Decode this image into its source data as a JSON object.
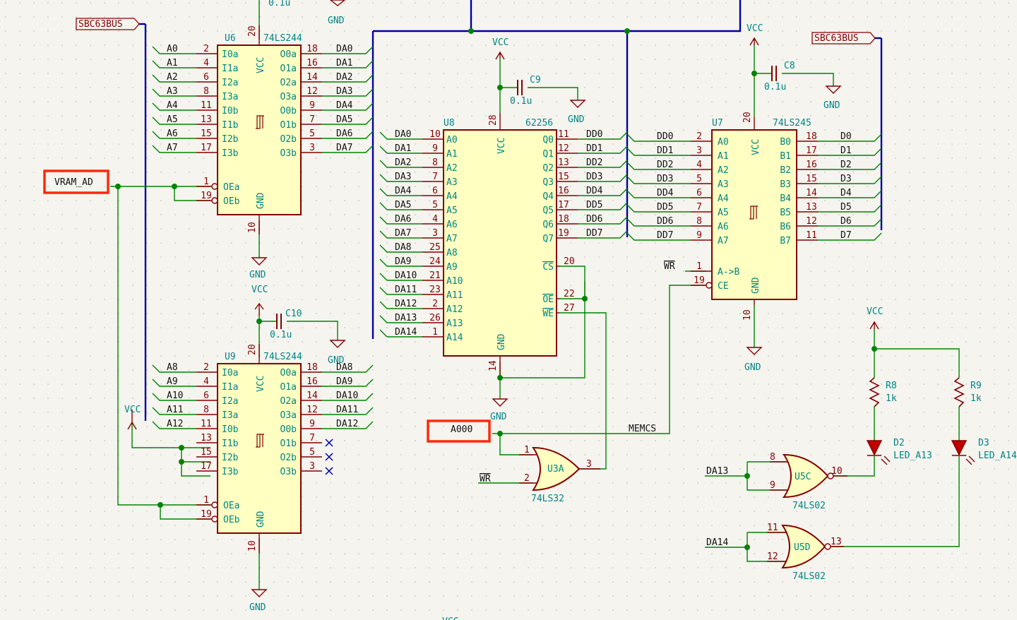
{
  "colors": {
    "background": "#f5f4ef",
    "wire": "#008400",
    "bus": "#0000a4",
    "component_body": "#ffffc2",
    "component_outline": "#840000",
    "label_text": "#840000",
    "highlight": "#ff2a0a"
  },
  "labels": {
    "sbc63bus_left": "SBC63BUS",
    "sbc63bus_right": "SBC63BUS",
    "vram_ad": "VRAM_AD",
    "a000": "A000",
    "memcs": "MEMCS",
    "wr_u7": "WR",
    "wr_u3": "WR",
    "da13": "DA13",
    "da14": "DA14"
  },
  "power": {
    "vcc": "VCC",
    "gnd": "GND"
  },
  "capacitors": {
    "c8": {
      "ref": "C8",
      "value": "0.1u"
    },
    "c9": {
      "ref": "C9",
      "value": "0.1u"
    },
    "c10": {
      "ref": "C10",
      "value": "0.1u"
    },
    "u6_cap_value": "0.1u"
  },
  "resistors": {
    "r8": {
      "ref": "R8",
      "value": "1k"
    },
    "r9": {
      "ref": "R9",
      "value": "1k"
    }
  },
  "leds": {
    "d2": {
      "ref": "D2",
      "value": "LED_A13"
    },
    "d3": {
      "ref": "D3",
      "value": "LED_A14"
    }
  },
  "gates": {
    "u3a": {
      "ref": "U3A",
      "part": "74LS32",
      "pins": [
        "1",
        "2",
        "3"
      ]
    },
    "u5c": {
      "ref": "U5C",
      "part": "74LS02",
      "pins": [
        "8",
        "9",
        "10"
      ]
    },
    "u5d": {
      "ref": "U5D",
      "part": "74LS02",
      "pins": [
        "11",
        "12",
        "13"
      ]
    }
  },
  "u6": {
    "ref": "U6",
    "part": "74LS244",
    "vcc_pin": "20",
    "gnd_pin": "10",
    "left": [
      {
        "net": "A0",
        "num": "2",
        "name": "I0a"
      },
      {
        "net": "A1",
        "num": "4",
        "name": "I1a"
      },
      {
        "net": "A2",
        "num": "6",
        "name": "I2a"
      },
      {
        "net": "A3",
        "num": "8",
        "name": "I3a"
      },
      {
        "net": "A4",
        "num": "11",
        "name": "I0b"
      },
      {
        "net": "A5",
        "num": "13",
        "name": "I1b"
      },
      {
        "net": "A6",
        "num": "15",
        "name": "I2b"
      },
      {
        "net": "A7",
        "num": "17",
        "name": "I3b"
      }
    ],
    "right": [
      {
        "net": "DA0",
        "num": "18",
        "name": "O0a"
      },
      {
        "net": "DA1",
        "num": "16",
        "name": "O1a"
      },
      {
        "net": "DA2",
        "num": "14",
        "name": "O2a"
      },
      {
        "net": "DA3",
        "num": "12",
        "name": "O3a"
      },
      {
        "net": "DA4",
        "num": "9",
        "name": "O0b"
      },
      {
        "net": "DA5",
        "num": "7",
        "name": "O1b"
      },
      {
        "net": "DA6",
        "num": "5",
        "name": "O2b"
      },
      {
        "net": "DA7",
        "num": "3",
        "name": "O3b"
      }
    ],
    "enables": [
      {
        "num": "1",
        "name": "OEa"
      },
      {
        "num": "19",
        "name": "OEb"
      }
    ]
  },
  "u9": {
    "ref": "U9",
    "part": "74LS244",
    "vcc_pin": "20",
    "gnd_pin": "10",
    "left": [
      {
        "net": "A8",
        "num": "2",
        "name": "I0a"
      },
      {
        "net": "A9",
        "num": "4",
        "name": "I1a"
      },
      {
        "net": "A10",
        "num": "6",
        "name": "I2a"
      },
      {
        "net": "A11",
        "num": "8",
        "name": "I3a"
      },
      {
        "net": "A12",
        "num": "11",
        "name": "I0b"
      },
      {
        "net": "",
        "num": "13",
        "name": "I1b"
      },
      {
        "net": "",
        "num": "15",
        "name": "I2b"
      },
      {
        "net": "",
        "num": "17",
        "name": "I3b"
      }
    ],
    "right": [
      {
        "net": "DA8",
        "num": "18",
        "name": "O0a"
      },
      {
        "net": "DA9",
        "num": "16",
        "name": "O1a"
      },
      {
        "net": "DA10",
        "num": "14",
        "name": "O2a"
      },
      {
        "net": "DA11",
        "num": "12",
        "name": "O3a"
      },
      {
        "net": "DA12",
        "num": "9",
        "name": "O0b"
      },
      {
        "net": "",
        "num": "7",
        "name": "O1b"
      },
      {
        "net": "",
        "num": "5",
        "name": "O2b"
      },
      {
        "net": "",
        "num": "3",
        "name": "O3b"
      }
    ],
    "enables": [
      {
        "num": "1",
        "name": "OEa"
      },
      {
        "num": "19",
        "name": "OEb"
      }
    ]
  },
  "u8": {
    "ref": "U8",
    "part": "62256",
    "vcc_pin": "28",
    "gnd_pin": "14",
    "left": [
      {
        "net": "DA0",
        "num": "10",
        "name": "A0"
      },
      {
        "net": "DA1",
        "num": "9",
        "name": "A1"
      },
      {
        "net": "DA2",
        "num": "8",
        "name": "A2"
      },
      {
        "net": "DA3",
        "num": "7",
        "name": "A3"
      },
      {
        "net": "DA4",
        "num": "6",
        "name": "A4"
      },
      {
        "net": "DA5",
        "num": "5",
        "name": "A5"
      },
      {
        "net": "DA6",
        "num": "4",
        "name": "A6"
      },
      {
        "net": "DA7",
        "num": "3",
        "name": "A7"
      },
      {
        "net": "DA8",
        "num": "25",
        "name": "A8"
      },
      {
        "net": "DA9",
        "num": "24",
        "name": "A9"
      },
      {
        "net": "DA10",
        "num": "21",
        "name": "A10"
      },
      {
        "net": "DA11",
        "num": "23",
        "name": "A11"
      },
      {
        "net": "DA12",
        "num": "2",
        "name": "A12"
      },
      {
        "net": "DA13",
        "num": "26",
        "name": "A13"
      },
      {
        "net": "DA14",
        "num": "1",
        "name": "A14"
      }
    ],
    "right": [
      {
        "net": "DD0",
        "num": "11",
        "name": "Q0"
      },
      {
        "net": "DD1",
        "num": "12",
        "name": "Q1"
      },
      {
        "net": "DD2",
        "num": "13",
        "name": "Q2"
      },
      {
        "net": "DD3",
        "num": "15",
        "name": "Q3"
      },
      {
        "net": "DD4",
        "num": "16",
        "name": "Q4"
      },
      {
        "net": "DD5",
        "num": "17",
        "name": "Q5"
      },
      {
        "net": "DD6",
        "num": "18",
        "name": "Q6"
      },
      {
        "net": "DD7",
        "num": "19",
        "name": "Q7"
      }
    ],
    "control": [
      {
        "num": "20",
        "name": "CS"
      },
      {
        "num": "22",
        "name": "OE"
      },
      {
        "num": "27",
        "name": "WE"
      }
    ]
  },
  "u7": {
    "ref": "U7",
    "part": "74LS245",
    "vcc_pin": "20",
    "gnd_pin": "10",
    "left": [
      {
        "net": "DD0",
        "num": "2",
        "name": "A0"
      },
      {
        "net": "DD1",
        "num": "3",
        "name": "A1"
      },
      {
        "net": "DD2",
        "num": "4",
        "name": "A2"
      },
      {
        "net": "DD3",
        "num": "5",
        "name": "A3"
      },
      {
        "net": "DD4",
        "num": "6",
        "name": "A4"
      },
      {
        "net": "DD5",
        "num": "7",
        "name": "A5"
      },
      {
        "net": "DD6",
        "num": "8",
        "name": "A6"
      },
      {
        "net": "DD7",
        "num": "9",
        "name": "A7"
      }
    ],
    "right": [
      {
        "net": "D0",
        "num": "18",
        "name": "B0"
      },
      {
        "net": "D1",
        "num": "17",
        "name": "B1"
      },
      {
        "net": "D2",
        "num": "16",
        "name": "B2"
      },
      {
        "net": "D3",
        "num": "15",
        "name": "B3"
      },
      {
        "net": "D4",
        "num": "14",
        "name": "B4"
      },
      {
        "net": "D5",
        "num": "13",
        "name": "B5"
      },
      {
        "net": "D6",
        "num": "12",
        "name": "B6"
      },
      {
        "net": "D7",
        "num": "11",
        "name": "B7"
      }
    ],
    "control": [
      {
        "num": "1",
        "name": "A->B"
      },
      {
        "num": "19",
        "name": "CE"
      }
    ]
  }
}
